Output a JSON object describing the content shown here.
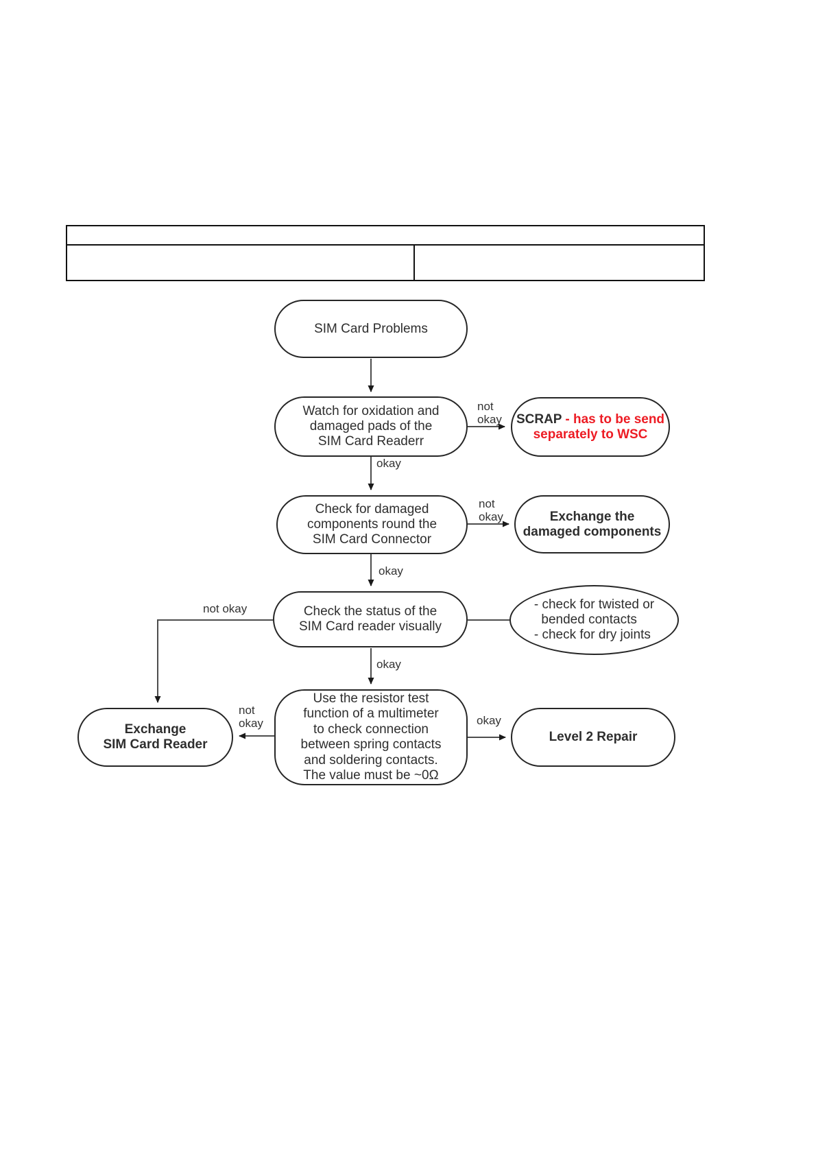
{
  "table": {
    "header": "",
    "cell_left": "",
    "cell_right": ""
  },
  "flowchart": {
    "accent_red": "#ed1c24",
    "line_color": "#4d4d4d",
    "nodes": {
      "start": {
        "label": "SIM Card Problems"
      },
      "watch": {
        "label": "Watch for oxidation and\ndamaged pads of the\nSIM Card Readerr"
      },
      "scrap": {
        "prefix": "SCRAP",
        "line1_rest": " - has to be send",
        "line2": "separately to WSC"
      },
      "check_components": {
        "label": "Check for damaged\ncomponents round the\nSIM Card Connector"
      },
      "exchange_components": {
        "label": "Exchange the\ndamaged components"
      },
      "check_status": {
        "label": "Check the status of the\nSIM Card reader visually"
      },
      "visual_note": {
        "label": "- check for twisted or\n  bended contacts\n- check for dry joints"
      },
      "multimeter": {
        "label": "Use the resistor test\nfunction of a multimeter\nto check connection\nbetween spring contacts\nand soldering contacts.\nThe value must be ~0Ω"
      },
      "exchange_reader": {
        "label": "Exchange\nSIM Card Reader"
      },
      "level2": {
        "label": "Level 2 Repair"
      }
    },
    "edge_labels": {
      "watch_scrap": "not\nokay",
      "watch_check": "okay",
      "check_exchange": "not\nokay",
      "check_status_ok": "okay",
      "status_exchange": "not okay",
      "status_multimeter": "okay",
      "multimeter_exchange": "not\nokay",
      "multimeter_level2": "okay"
    }
  }
}
